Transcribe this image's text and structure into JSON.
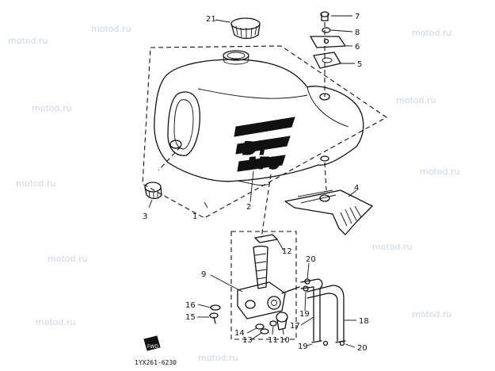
{
  "watermark": {
    "text": "motod.ru"
  },
  "diagram_code": "1YX261-6230",
  "tank_emblem": {
    "line1": "DT",
    "line2": "175"
  },
  "forward_mark": "FWD",
  "part_labels": {
    "p1": "1",
    "p2": "2",
    "p3": "3",
    "p4": "4",
    "p5": "5",
    "p6": "6",
    "p7": "7",
    "p8": "8",
    "p9": "9",
    "p10": "10",
    "p11": "11",
    "p12": "12",
    "p13": "13",
    "p14": "14",
    "p15": "15",
    "p16": "16",
    "p17": "17",
    "p18": "18",
    "p19a": "19",
    "p19b": "19",
    "p20a": "20",
    "p20b": "20",
    "p21": "21"
  }
}
